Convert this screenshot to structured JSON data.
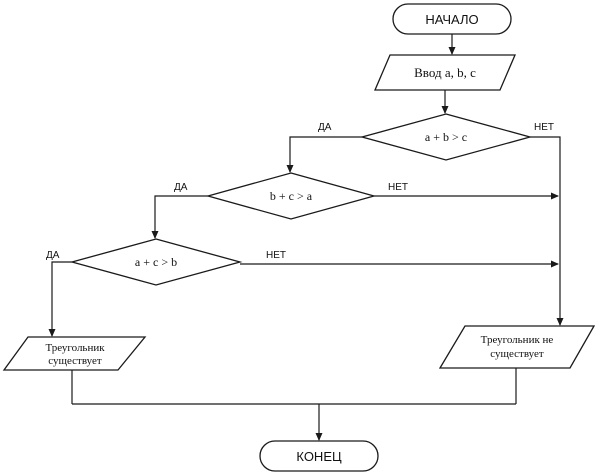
{
  "flowchart": {
    "start": "НАЧАЛО",
    "input": "Ввод a, b, c",
    "cond1": "a + b > c",
    "cond2": "b + c > a",
    "cond3": "a + c > b",
    "yes_label": "ДА",
    "no_label": "НЕТ",
    "exists_line1": "Треугольник",
    "exists_line2": "существует",
    "not_exists_line1": "Треугольник не",
    "not_exists_line2": "существует",
    "end": "КОНЕЦ"
  }
}
